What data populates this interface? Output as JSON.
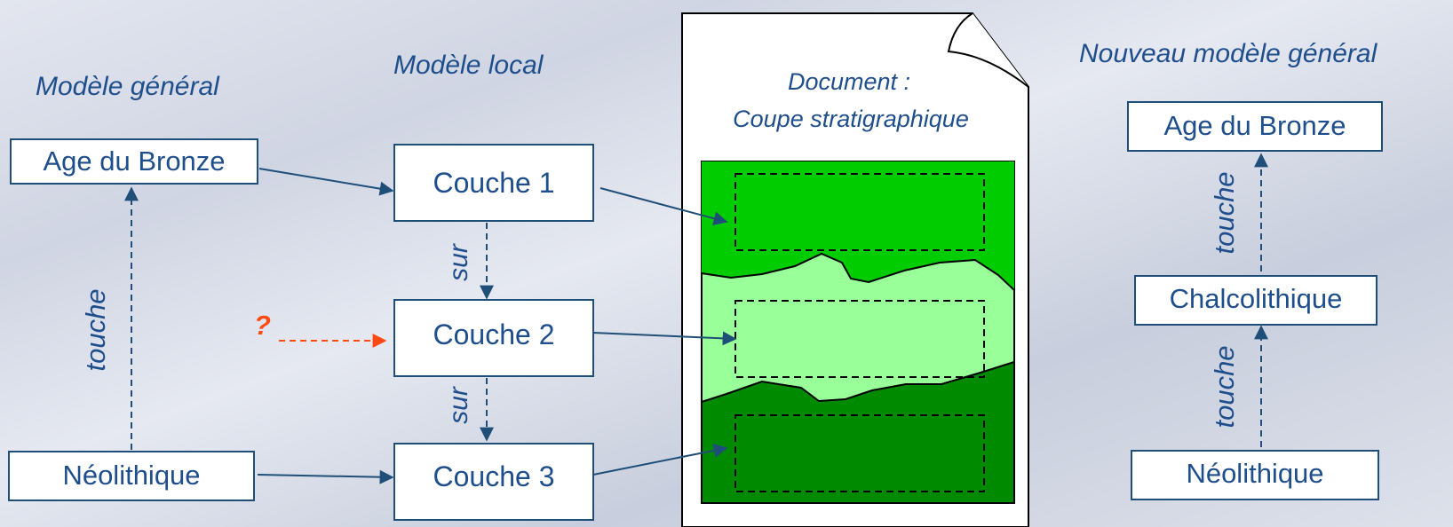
{
  "colors": {
    "ink": "#1f4e8c",
    "line": "#1f4e79",
    "question": "#ff4a14",
    "layer_top": "#00cc00",
    "layer_middle": "#99ff99",
    "layer_bottom": "#008a00"
  },
  "general_model": {
    "title": "Modèle général",
    "top_node": "Age du Bronze",
    "bottom_node": "Néolithique",
    "relation": "touche"
  },
  "local_model": {
    "title": "Modèle local",
    "layer1": "Couche 1",
    "layer2": "Couche 2",
    "layer3": "Couche 3",
    "relation_1_2": "sur",
    "relation_2_3": "sur",
    "question_mark": "?"
  },
  "document": {
    "line1": "Document :",
    "line2": "Coupe stratigraphique"
  },
  "new_model": {
    "title": "Nouveau modèle général",
    "top_node": "Age du Bronze",
    "middle_node": "Chalcolithique",
    "bottom_node": "Néolithique",
    "relation_upper": "touche",
    "relation_lower": "touche"
  }
}
